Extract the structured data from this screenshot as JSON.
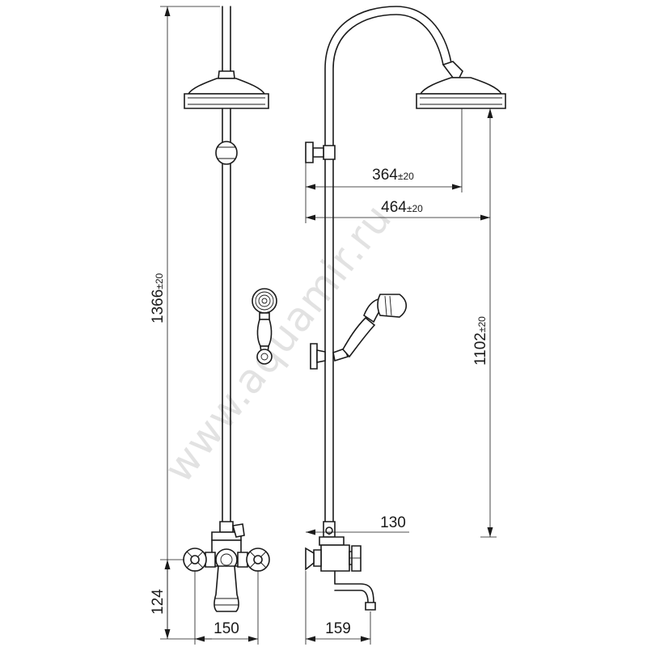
{
  "watermark": "www.aquamir.ru",
  "dimensions": {
    "total_height": {
      "value": "1366",
      "tolerance": "±20"
    },
    "rail_height": {
      "value": "1102",
      "tolerance": "±20"
    },
    "arm_reach_short": {
      "value": "364",
      "tolerance": "±20"
    },
    "arm_reach_long": {
      "value": "464",
      "tolerance": "±20"
    },
    "mixer_height": {
      "value": "124"
    },
    "mixer_width": {
      "value": "150"
    },
    "mixer_depth": {
      "value": "159"
    },
    "spout_reach": {
      "value": "130"
    }
  }
}
